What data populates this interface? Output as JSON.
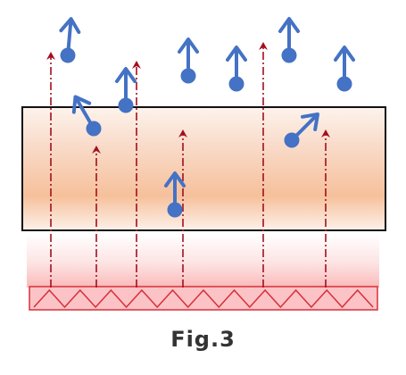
{
  "caption": "Fig.3",
  "colors": {
    "slab_gradient_edge": "#fdf1ea",
    "slab_gradient_core": "#f7c3a0",
    "slab_border": "#111111",
    "glow_top": "#ffffff",
    "glow_bottom": "#fbbcbc",
    "heater_fill": "#fcc3c6",
    "heater_stroke": "#d6303a",
    "heat_ray": "#a40e1e",
    "particle": "#4472c4"
  },
  "components": {
    "slab": "rectangular-body",
    "heater": "zigzag-heating-element",
    "heat_rays": "dash-dot-arrows",
    "particles": "molecule-with-velocity-arrow"
  }
}
